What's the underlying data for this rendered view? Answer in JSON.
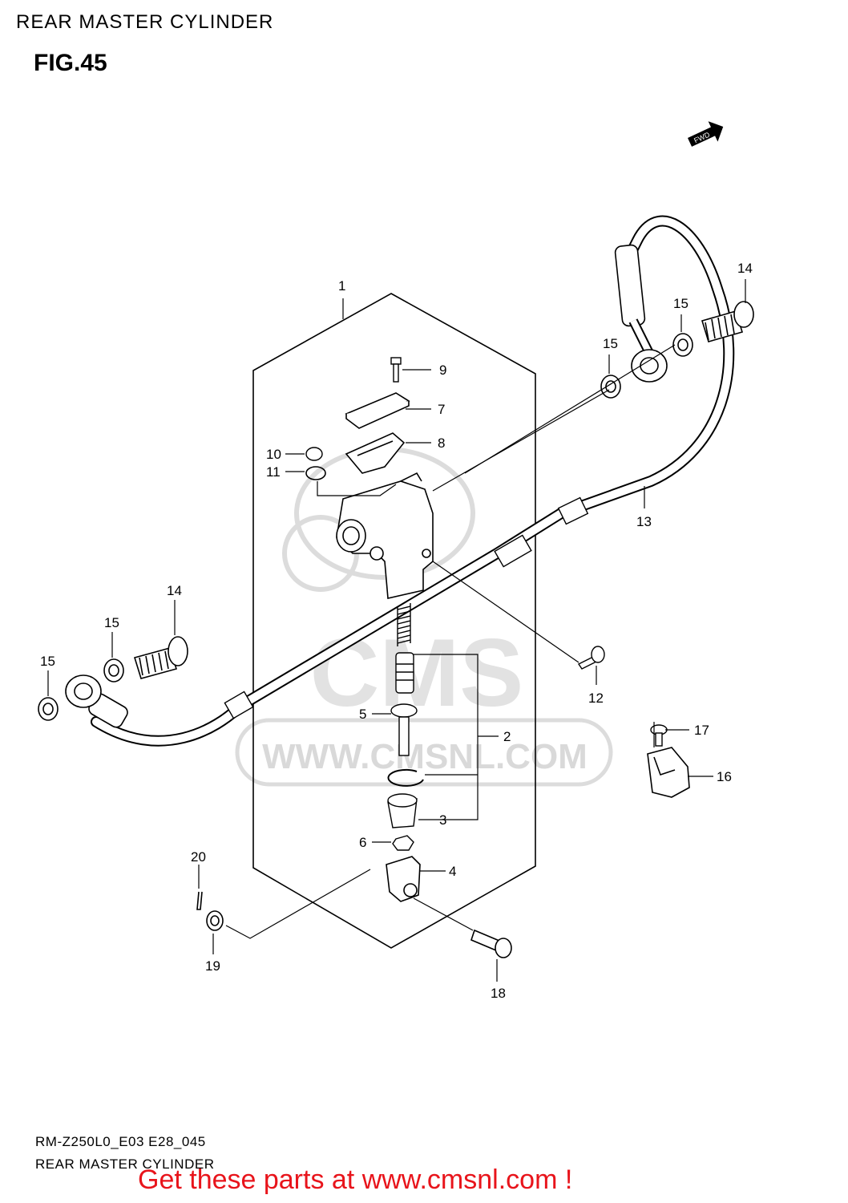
{
  "header": {
    "title": "REAR MASTER CYLINDER"
  },
  "figure": {
    "label": "FIG.45",
    "fwd_marker": "FWD"
  },
  "watermark": {
    "logo": "CMS",
    "url": "WWW.CMSNL.COM"
  },
  "callouts": {
    "p1": "1",
    "p2": "2",
    "p3": "3",
    "p4": "4",
    "p5": "5",
    "p6": "6",
    "p7": "7",
    "p8": "8",
    "p9": "9",
    "p10": "10",
    "p11": "11",
    "p12": "12",
    "p13": "13",
    "p14a": "14",
    "p14b": "14",
    "p15a": "15",
    "p15b": "15",
    "p15c": "15",
    "p15d": "15",
    "p16": "16",
    "p17": "17",
    "p18": "18",
    "p19": "19",
    "p20": "20"
  },
  "footer": {
    "code": "RM-Z250L0_E03 E28_045",
    "title": "REAR MASTER CYLINDER",
    "promo": "Get these parts at www.cmsnl.com !"
  },
  "colors": {
    "promo": "#e8141b",
    "line": "#000000",
    "watermark": "#d9d9d9"
  }
}
